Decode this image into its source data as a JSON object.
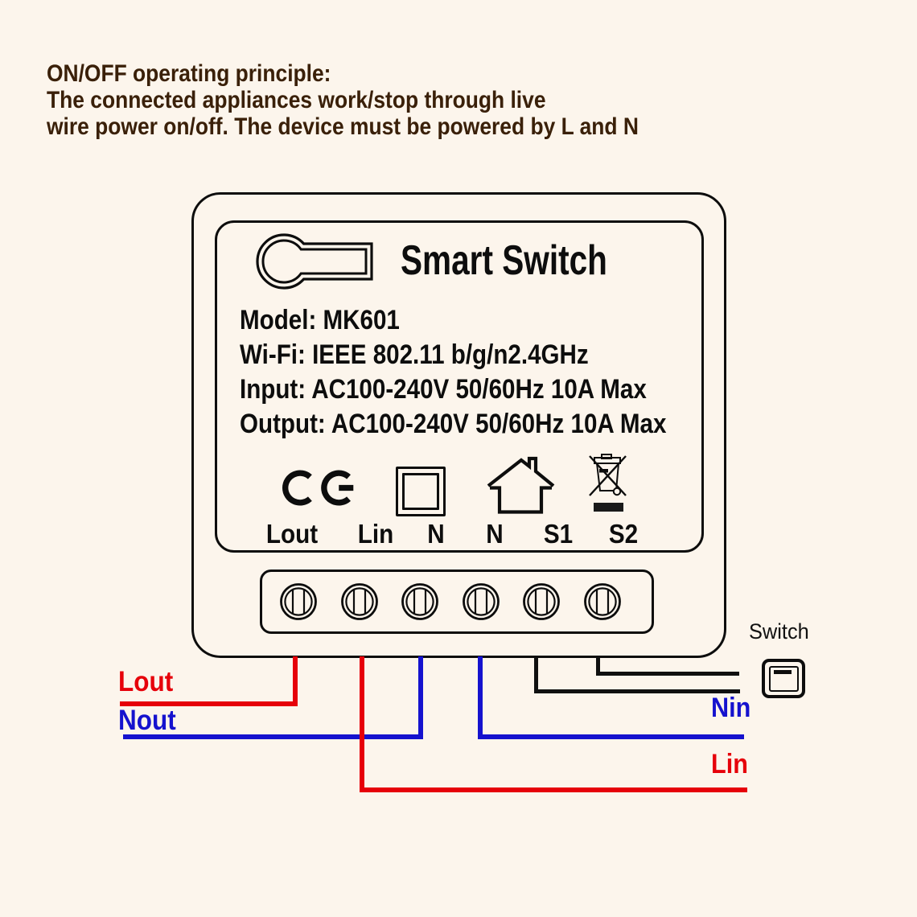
{
  "background_color": "#FCF5EC",
  "header": {
    "color": "#3A2009",
    "lines": [
      "ON/OFF operating principle:",
      "The connected appliances work/stop through live",
      "wire power on/off. The device must be powered by L and N"
    ]
  },
  "device": {
    "title": "Smart Switch",
    "spec_lines": [
      "Model: MK601",
      "Wi-Fi: IEEE 802.11 b/g/n2.4GHz",
      "Input: AC100-240V 50/60Hz 10A Max",
      "Output: AC100-240V 50/60Hz 10A Max"
    ],
    "certification_icons": [
      "ce-mark",
      "class-ii-double-square",
      "indoor-use-house",
      "weee-crossed-bin"
    ],
    "terminal_labels": [
      "Lout",
      "Lin",
      "N",
      "N",
      "S1",
      "S2"
    ],
    "terminal_count": 6
  },
  "wiring": {
    "wire_colors": {
      "live": "#E6000A",
      "neutral": "#1512CE",
      "switch_wires": "#101010"
    },
    "labels": {
      "lout": "Lout",
      "nout": "Nout",
      "nin": "Nin",
      "lin": "Lin"
    },
    "switch_label": "Switch"
  }
}
